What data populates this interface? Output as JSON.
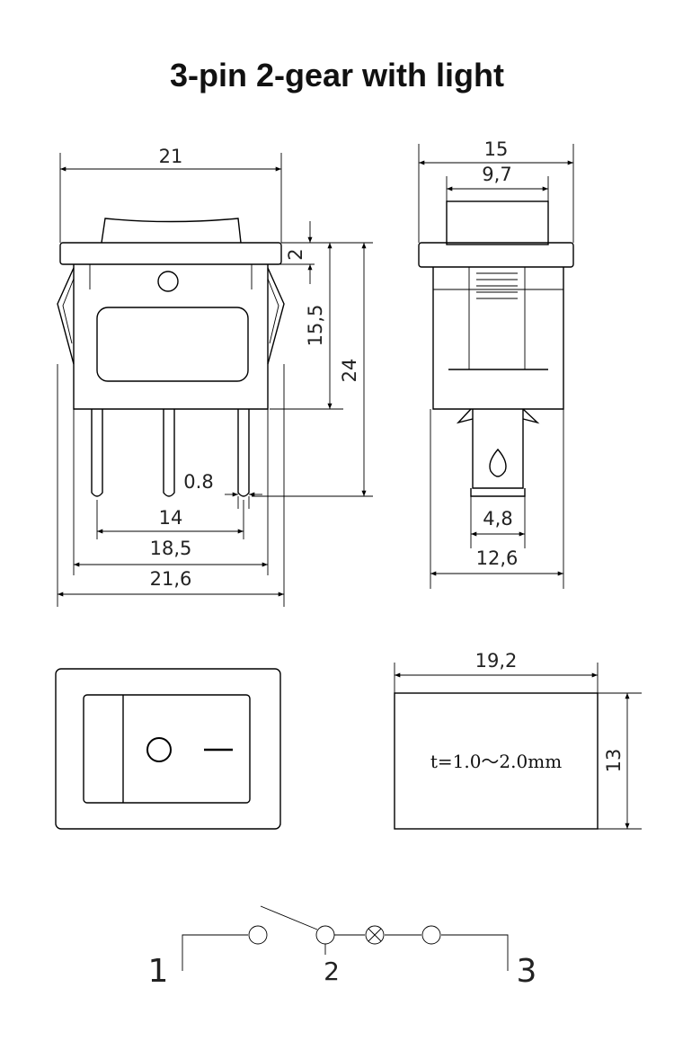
{
  "title": "3-pin 2-gear with light",
  "front_view": {
    "width": "21",
    "top_thickness": "2",
    "body_height": "15,5",
    "total_height": "24",
    "pin_thickness": "0.8",
    "pin_pitch": "14",
    "pin_span": "18,5",
    "clip_width": "21,6"
  },
  "side_view": {
    "width": "15",
    "rocker_width": "9,7",
    "pin_width": "4,8",
    "body_width": "12,6"
  },
  "top_view": {
    "on_symbol": "O",
    "off_symbol": "—"
  },
  "panel_cutout": {
    "width": "19,2",
    "height": "13",
    "thickness_note": "t=1.0～2.0mm"
  },
  "circuit": {
    "pin1": "1",
    "pin2": "2",
    "pin3": "3"
  }
}
